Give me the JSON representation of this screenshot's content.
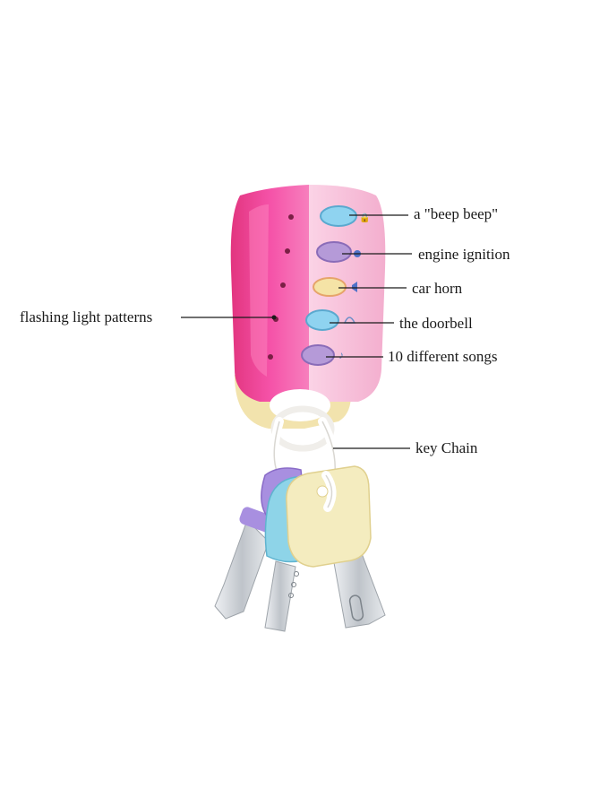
{
  "labels": {
    "beep": "a \"beep beep\"",
    "ignition": "engine ignition",
    "horn": "car horn",
    "doorbell": "the doorbell",
    "songs": "10 different songs",
    "keychain": "key Chain",
    "lights": "flashing light patterns"
  },
  "colors": {
    "remote_pink": "#f0469b",
    "remote_light_pink": "#f8c6dc",
    "button_blue": "#8fd3f0",
    "button_purple": "#b59ad8",
    "button_cream": "#f5e3a6",
    "ring_cream": "#f3e6b3",
    "key_purple": "#a88fe0",
    "key_blue": "#8ed4e8",
    "key_cream": "#f4ecbf",
    "key_silver": "#cfd3d8"
  },
  "icons": [
    "lock-icon",
    "car-icon",
    "horn-icon",
    "bell-icon",
    "music-note-icon"
  ]
}
